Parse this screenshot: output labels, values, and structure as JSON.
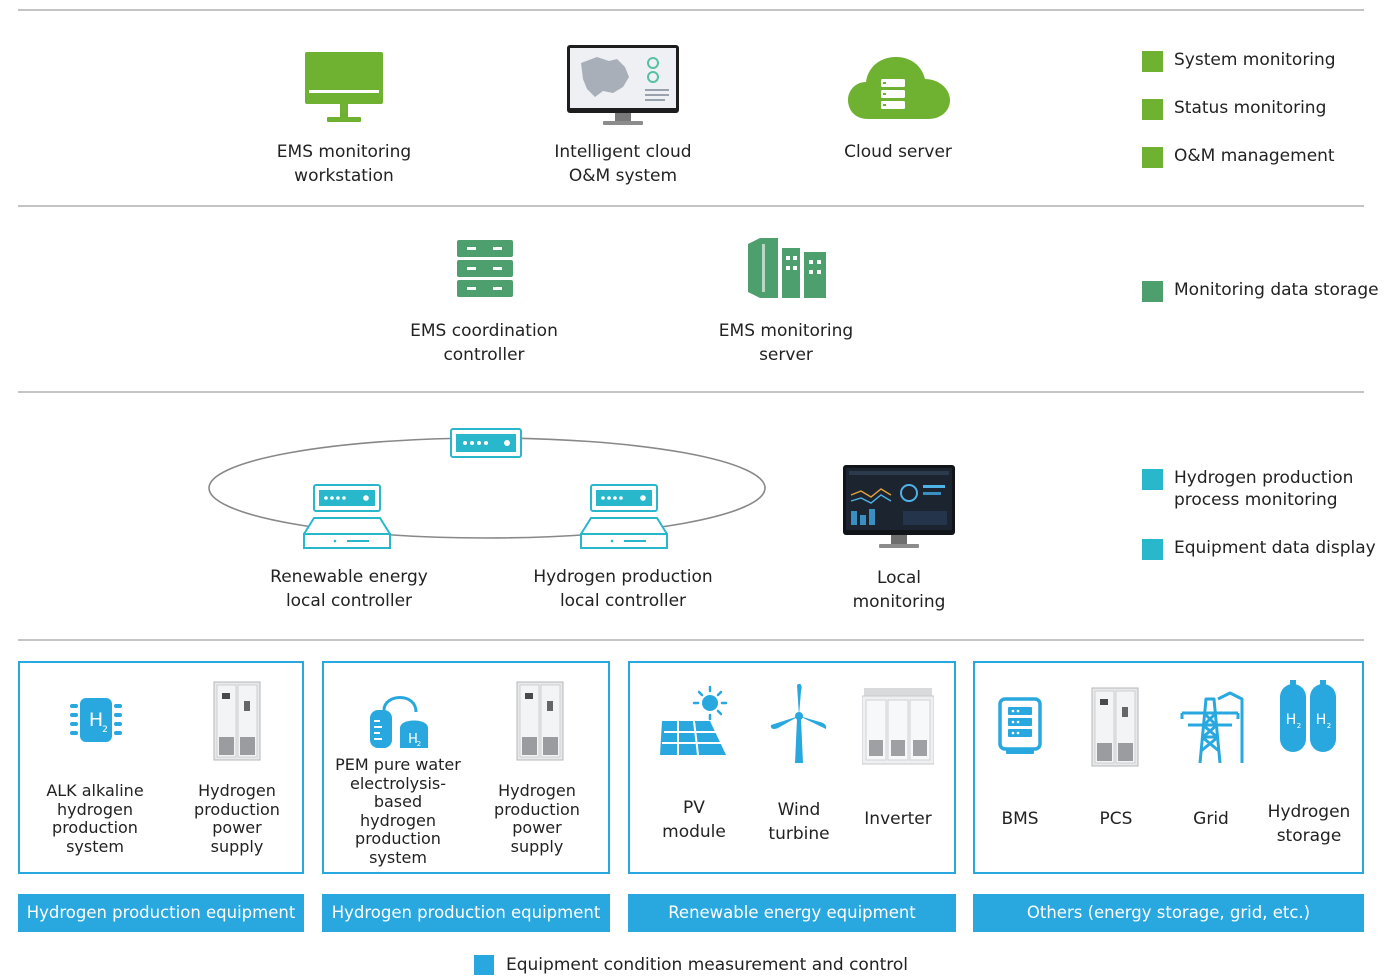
{
  "colors": {
    "green_light": "#6fb232",
    "green_dark": "#4d9f6e",
    "teal": "#29b7cc",
    "blue": "#29a8e0",
    "divider": "#c4c4c4"
  },
  "tier1": {
    "nodes": [
      {
        "lines": [
          "EMS monitoring",
          "workstation"
        ],
        "icon": "monitor-icon"
      },
      {
        "lines": [
          "Intelligent cloud",
          "O&M system"
        ],
        "icon": "cloud-om-screen-icon"
      },
      {
        "lines": [
          "Cloud server"
        ],
        "icon": "cloud-server-icon"
      }
    ],
    "legend": [
      "System monitoring",
      "Status monitoring",
      "O&M management"
    ]
  },
  "tier2": {
    "nodes": [
      {
        "lines": [
          "EMS coordination",
          "controller"
        ],
        "icon": "server-rack-icon"
      },
      {
        "lines": [
          "EMS monitoring",
          "server"
        ],
        "icon": "server-cluster-icon"
      }
    ],
    "legend": [
      "Monitoring data storage"
    ]
  },
  "tier3": {
    "nodes": [
      {
        "lines": [
          "Renewable energy",
          "local controller"
        ],
        "icon": "local-controller-icon"
      },
      {
        "lines": [
          "Hydrogen production",
          "local controller"
        ],
        "icon": "local-controller-icon"
      },
      {
        "lines": [
          "Local",
          "monitoring"
        ],
        "icon": "dashboard-monitor-icon"
      }
    ],
    "legend": [
      {
        "lines": [
          "Hydrogen production",
          "process monitoring"
        ]
      },
      {
        "lines": [
          "Equipment data display"
        ]
      }
    ]
  },
  "tier4": {
    "groups": [
      {
        "bar": "Hydrogen production equipment",
        "items": [
          {
            "lines": [
              "ALK alkaline",
              "hydrogen",
              "production",
              "system"
            ],
            "icon": "h2-chip-icon"
          },
          {
            "lines": [
              "Hydrogen",
              "production",
              "power",
              "supply"
            ],
            "icon": "power-cabinet-icon"
          }
        ]
      },
      {
        "bar": "Hydrogen production equipment",
        "items": [
          {
            "lines": [
              "PEM pure water",
              "electrolysis-",
              "based",
              "hydrogen",
              "production",
              "system"
            ],
            "icon": "electrolyzer-tank-icon"
          },
          {
            "lines": [
              "Hydrogen",
              "production",
              "power",
              "supply"
            ],
            "icon": "power-cabinet-icon"
          }
        ]
      },
      {
        "bar": "Renewable energy equipment",
        "items": [
          {
            "lines": [
              "PV",
              "module"
            ],
            "icon": "solar-panel-icon"
          },
          {
            "lines": [
              "Wind",
              "turbine"
            ],
            "icon": "wind-turbine-icon"
          },
          {
            "lines": [
              "Inverter"
            ],
            "icon": "inverter-cabinet-icon"
          }
        ]
      },
      {
        "bar": "Others (energy storage, grid, etc.)",
        "items": [
          {
            "lines": [
              "BMS"
            ],
            "icon": "bms-icon"
          },
          {
            "lines": [
              "PCS"
            ],
            "icon": "pcs-cabinet-icon"
          },
          {
            "lines": [
              "Grid"
            ],
            "icon": "power-tower-icon"
          },
          {
            "lines": [
              "Hydrogen",
              "storage"
            ],
            "icon": "h2-tanks-icon"
          }
        ]
      }
    ],
    "legend": "Equipment condition measurement and control"
  }
}
